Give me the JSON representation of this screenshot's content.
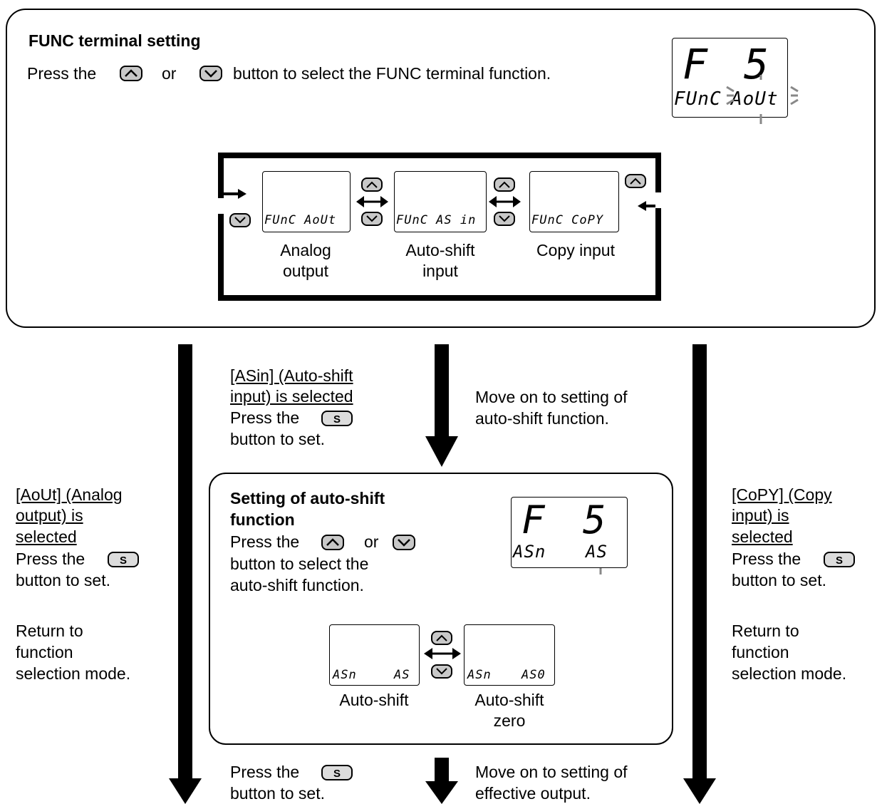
{
  "top": {
    "title": "FUNC terminal setting",
    "instruction_pre": "Press the",
    "instruction_or": "or",
    "instruction_post": "button to select the FUNC terminal function.",
    "display": {
      "line1_left": "F",
      "line1_right": "5",
      "line2_left": "FUnC",
      "line2_right": "AoUt"
    },
    "options": [
      {
        "lcd": "FUnC AoUt",
        "caption": "Analog\noutput"
      },
      {
        "lcd": "FUnC AS in",
        "caption": "Auto-shift\ninput"
      },
      {
        "lcd": "FUnC CoPY",
        "caption": "Copy input"
      }
    ]
  },
  "left_branch": {
    "heading": "[AoUt] (Analog output) is selected",
    "heading_lines": [
      "[AoUt] (Analog ",
      "output) is ",
      "selected"
    ],
    "press": "Press the",
    "set": "button to set.",
    "return_lines": [
      "Return to",
      "function",
      "selection mode."
    ]
  },
  "middle_branch": {
    "heading_lines": [
      "[ASin] (Auto-shift ",
      "input) is selected"
    ],
    "press": "Press the",
    "set": "button to set.",
    "move_lines": [
      "Move on to setting of",
      "auto-shift function."
    ]
  },
  "right_branch": {
    "heading_lines": [
      "[CoPY] (Copy ",
      "input) is ",
      "selected"
    ],
    "press": "Press the",
    "set": "button to set.",
    "return_lines": [
      "Return to",
      "function",
      "selection mode."
    ]
  },
  "autoshift": {
    "title_lines": [
      "Setting of auto-shift",
      "function"
    ],
    "instruction_pre": "Press the",
    "instruction_or": "or",
    "instruction_lines": [
      "button to select the",
      "auto-shift function."
    ],
    "display": {
      "line1_left": "F",
      "line1_right": "5",
      "line2_left": "ASn",
      "line2_right": "AS"
    },
    "options": [
      {
        "lcd_left": "ASn",
        "lcd_right": "AS",
        "caption": "Auto-shift"
      },
      {
        "lcd_left": "ASn",
        "lcd_right": "AS0",
        "caption": "Auto-shift\nzero"
      }
    ]
  },
  "bottom": {
    "press": "Press the",
    "set": "button to set.",
    "move_lines": [
      "Move on to setting of",
      "effective output."
    ]
  },
  "icons": {
    "up_button": "up-arrow-button-icon",
    "down_button": "down-arrow-button-icon",
    "set_button": "s-button-icon",
    "button_fill": "#c8c8c8"
  }
}
